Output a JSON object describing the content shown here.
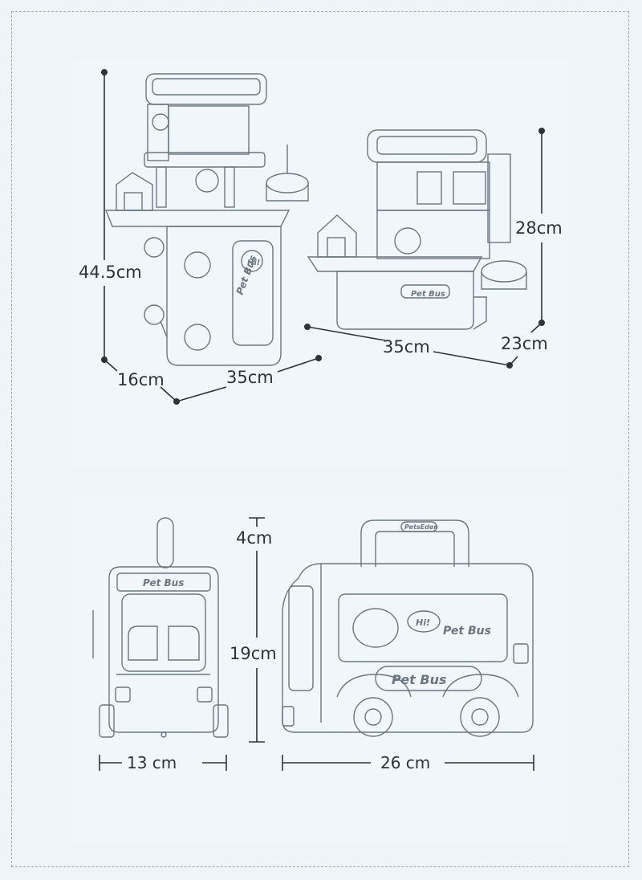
{
  "top_section": {
    "trolley": {
      "height_label": "44.5cm",
      "depth_label": "16cm",
      "width_label": "35cm",
      "printed_text": [
        "Pet Bus",
        "Hi!"
      ]
    },
    "playset": {
      "height_label": "28cm",
      "width_label": "35cm",
      "depth_label": "23cm",
      "printed_text": [
        "Pet Bus"
      ]
    }
  },
  "bottom_section": {
    "front_view": {
      "width_label": "13 cm",
      "printed_text": [
        "Pet Bus"
      ]
    },
    "side_view": {
      "handle_height_label": "4cm",
      "body_height_label": "19cm",
      "width_label": "26 cm",
      "printed_text": [
        "PetsEden",
        "Hi!",
        "Pet Bus",
        "Pet Bus"
      ]
    }
  },
  "colors": {
    "line": "#2d3338",
    "sketch": "#6b7680",
    "panel": "#f1f6fb",
    "background": "#eef4f9"
  }
}
